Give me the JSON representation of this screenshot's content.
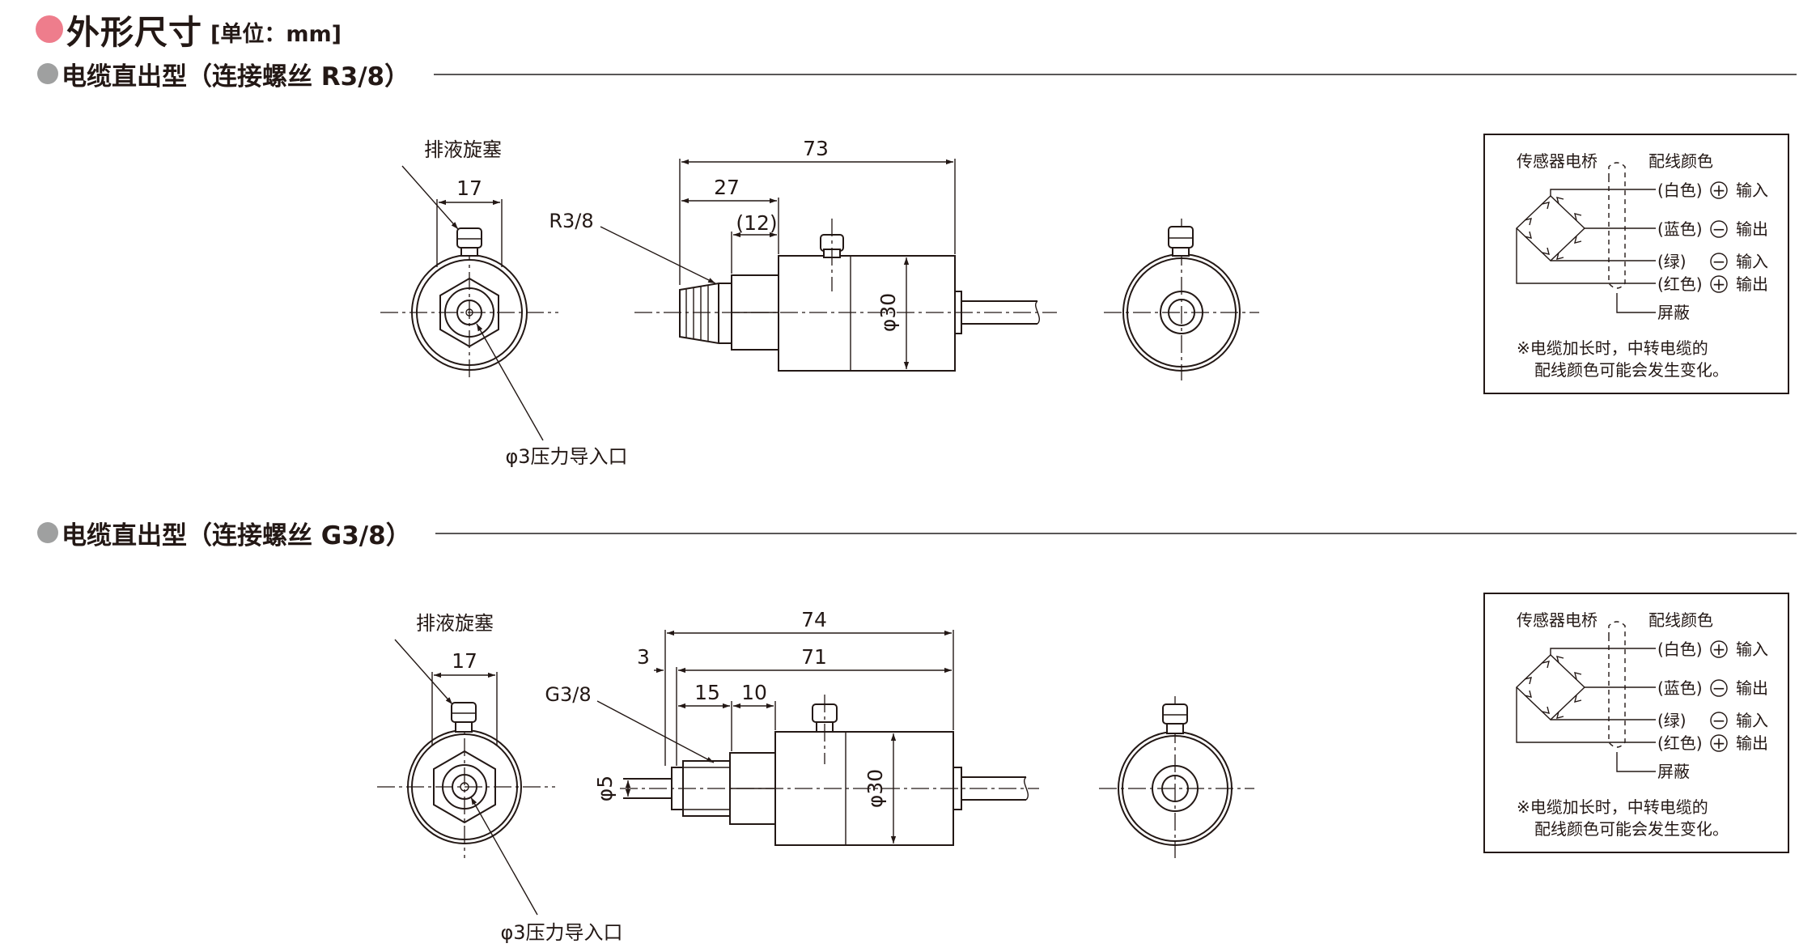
{
  "header": {
    "title": "外形尺寸",
    "unit": "[单位：mm]"
  },
  "sections": [
    {
      "title": "电缆直出型（连接螺丝 R3/8）",
      "front": {
        "drain_plug": "排液旋塞",
        "width": "17",
        "inlet": "φ3压力导入口"
      },
      "side": {
        "overall": "73",
        "to_body": "27",
        "hex": "(12)",
        "thread": "R3/8",
        "diameter": "φ30"
      }
    },
    {
      "title": "电缆直出型（连接螺丝 G3/8）",
      "front": {
        "drain_plug": "排液旋塞",
        "width": "17",
        "inlet": "φ3压力导入口"
      },
      "side": {
        "overall": "74",
        "length": "71",
        "offset": "3",
        "thread_len": "15",
        "hex": "10",
        "thread": "G3/8",
        "diameter": "φ30",
        "bore": "φ5"
      }
    }
  ],
  "wiring": {
    "bridge": "传感器电桥",
    "colors_header": "配线颜色",
    "rows": [
      {
        "color": "(白色)",
        "sign": "+",
        "role": "输入"
      },
      {
        "color": "(蓝色)",
        "sign": "−",
        "role": "输出"
      },
      {
        "color": "(绿)",
        "sign": "−",
        "role": "输入"
      },
      {
        "color": "(红色)",
        "sign": "+",
        "role": "输出"
      }
    ],
    "shield": "屏蔽",
    "note_line1": "※电缆加长时，中转电缆的",
    "note_line2": "配线颜色可能会发生变化。"
  }
}
